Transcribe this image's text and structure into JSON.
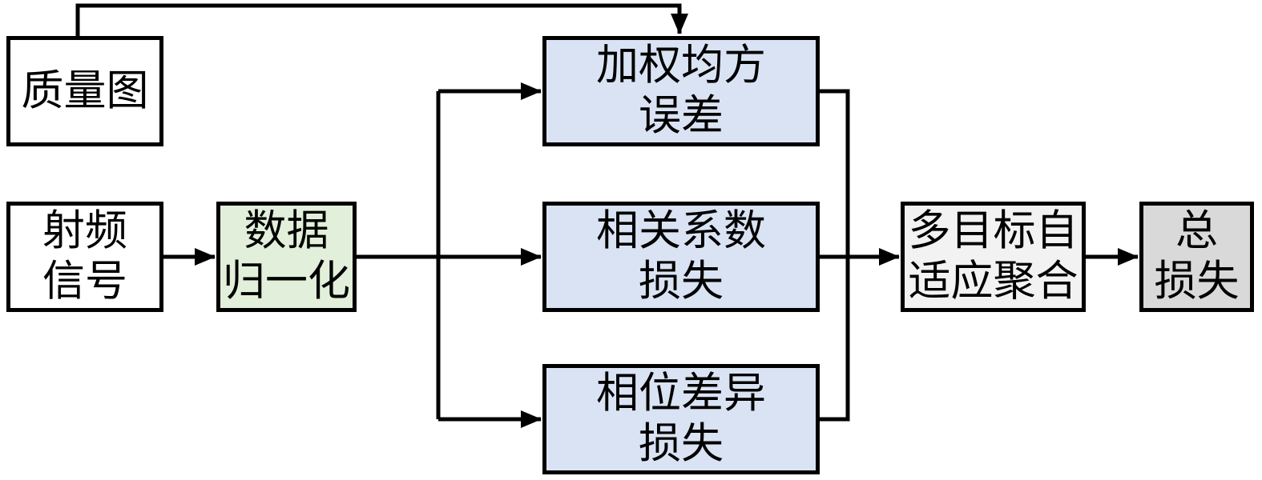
{
  "diagram": {
    "type": "flowchart",
    "nodes": [
      {
        "id": "quality-map",
        "lines": [
          "质量图"
        ],
        "fill": "#ffffff"
      },
      {
        "id": "rf-signal",
        "lines": [
          "射频",
          "信号"
        ],
        "fill": "#ffffff"
      },
      {
        "id": "data-normalization",
        "lines": [
          "数据",
          "归一化"
        ],
        "fill": "#e2efda"
      },
      {
        "id": "weighted-mse",
        "lines": [
          "加权均方",
          "误差"
        ],
        "fill": "#dae3f3"
      },
      {
        "id": "correlation-loss",
        "lines": [
          "相关系数",
          "损失"
        ],
        "fill": "#dae3f3"
      },
      {
        "id": "phase-difference-loss",
        "lines": [
          "相位差异",
          "损失"
        ],
        "fill": "#dae3f3"
      },
      {
        "id": "multi-objective-adaptive-aggregation",
        "lines": [
          "多目标自",
          "适应聚合"
        ],
        "fill": "#f2f2f2"
      },
      {
        "id": "total-loss",
        "lines": [
          "总",
          "损失"
        ],
        "fill": "#d9d9d9"
      }
    ],
    "edges": [
      {
        "from": "quality-map",
        "to": "weighted-mse"
      },
      {
        "from": "rf-signal",
        "to": "data-normalization"
      },
      {
        "from": "data-normalization",
        "to": "weighted-mse"
      },
      {
        "from": "data-normalization",
        "to": "correlation-loss"
      },
      {
        "from": "data-normalization",
        "to": "phase-difference-loss"
      },
      {
        "from": "weighted-mse",
        "to": "multi-objective-adaptive-aggregation"
      },
      {
        "from": "correlation-loss",
        "to": "multi-objective-adaptive-aggregation"
      },
      {
        "from": "phase-difference-loss",
        "to": "multi-objective-adaptive-aggregation"
      },
      {
        "from": "multi-objective-adaptive-aggregation",
        "to": "total-loss"
      }
    ],
    "colors": {
      "stroke": "#000000",
      "background": "#ffffff",
      "loss_box_fill": "#dae3f3",
      "normalization_fill": "#e2efda",
      "aggregation_fill": "#f2f2f2",
      "total_loss_fill": "#d9d9d9"
    }
  }
}
